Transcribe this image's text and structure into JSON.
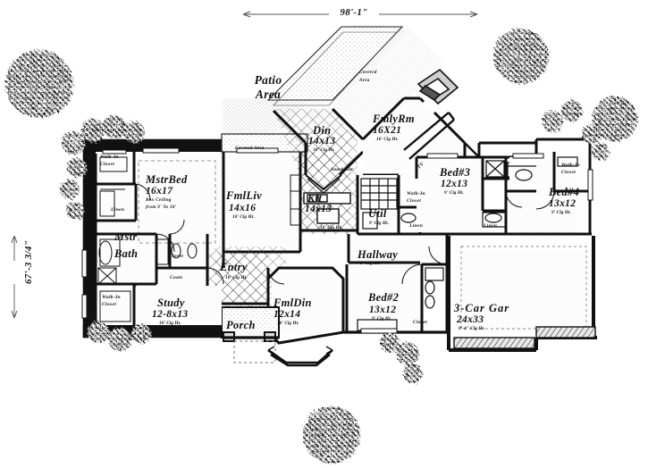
{
  "drawing": {
    "type": "architectural-floor-plan",
    "title": "Single story house floor plan",
    "overall_width": "98'-1\"",
    "overall_depth": "67'-3 3/4\"",
    "ink_color": "#111111",
    "paper_color": "#ffffff"
  },
  "dimensions": {
    "top": {
      "label": "98'-1\"",
      "orientation": "horizontal"
    },
    "left": {
      "label": "67'-3 3/4\"",
      "orientation": "vertical"
    }
  },
  "rooms": [
    {
      "name": "MstrBed",
      "dim": "16x17",
      "note1": "Box Ceiling",
      "note2": "from 9' To 10'"
    },
    {
      "name": "Mstr",
      "name2": "Bath",
      "dim": "",
      "note1": ""
    },
    {
      "name": "FmlLiv",
      "dim": "14x16",
      "clg": "10' Clg Ht."
    },
    {
      "name": "Study",
      "dim": "12-8x13",
      "clg": "10' Clg Ht."
    },
    {
      "name": "Entry",
      "dim": "",
      "clg": "10' Clg Ht."
    },
    {
      "name": "FmlDin",
      "dim": "12x14",
      "clg": "10' Clg Ht."
    },
    {
      "name": "Porch",
      "dim": "",
      "clg": ""
    },
    {
      "name": "Din",
      "dim": "14x13",
      "clg": "10' Clg Ht."
    },
    {
      "name": "Kit",
      "dim": "14x13",
      "clg": "10' Clg Ht."
    },
    {
      "name": "FmlyRm",
      "dim": "16X21",
      "clg": "10' Clg Ht."
    },
    {
      "name": "Util",
      "dim": "",
      "clg": "9' Clg Ht."
    },
    {
      "name": "Hallway",
      "dim": "",
      "clg": "9' Clg Ht."
    },
    {
      "name": "Bed#2",
      "dim": "13x12",
      "clg": "9' Clg Ht."
    },
    {
      "name": "Bed#3",
      "dim": "12x13",
      "clg": "9' Clg Ht."
    },
    {
      "name": "Bed#4",
      "dim": "13x12",
      "clg": "9' Clg Ht."
    },
    {
      "name": "3-Car Gar",
      "dim": "24x33",
      "clg": "8'-4\" Clg Ht."
    }
  ],
  "labels": {
    "patio_line1": "Patio",
    "patio_line2": "Area",
    "covered_area_left": "Covered Area",
    "covered_area_diag": "Covered",
    "covered_area_diag2": "Area",
    "snack_bar": "Snack Bar",
    "mstrbed": "MstrBed",
    "mstrbed_dim": "16x17",
    "mstrbed_note1": "Box Ceiling",
    "mstrbed_note2": "from 9' To 10'",
    "mstr": "Mstr",
    "bath": "Bath",
    "fmlliv": "FmlLiv",
    "fmlliv_dim": "14x16",
    "fmlliv_clg": "10' Clg Ht.",
    "study": "Study",
    "study_dim": "12-8x13",
    "study_clg": "10' Clg Ht.",
    "entry": "Entry",
    "entry_clg": "10' Clg Ht.",
    "fmldin": "FmlDin",
    "fmldin_dim": "12x14",
    "fmldin_clg": "10' Clg Ht.",
    "porch": "Porch",
    "din": "Din",
    "din_dim": "14x13",
    "din_clg": "10' Clg Ht.",
    "kit": "Kit",
    "kit_dim": "14x13",
    "kit_clg": "10' Clg Ht.",
    "fmlyrm": "FmlyRm",
    "fmlyrm_dim": "16X21",
    "fmlyrm_clg": "10' Clg Ht.",
    "util": "Util",
    "util_clg": "9' Clg Ht.",
    "hallway": "Hallway",
    "hallway_clg": "9' Clg Ht.",
    "bed2": "Bed#2",
    "bed2_dim": "13x12",
    "bed2_clg": "9' Clg Ht.",
    "bed3": "Bed#3",
    "bed3_dim": "12x13",
    "bed3_clg": "9' Clg Ht.",
    "bed4": "Bed#4",
    "bed4_dim": "13x12",
    "bed4_clg": "9' Clg Ht.",
    "garage": "3-Car Gar",
    "garage_dim": "24x33",
    "garage_clg": "8'-4\" Clg Ht.",
    "walkin1_a": "Walk-In",
    "walkin1_b": "Closet",
    "walkin2_a": "Walk-In",
    "walkin2_b": "Closet",
    "walkin3_a": "Walk-In",
    "walkin3_b": "Closet",
    "walkin4_a": "Walk-In",
    "walkin4_b": "Closet",
    "linen1": "Linen",
    "linen2": "Linen",
    "linen3": "Linen",
    "closet_mstr": "Closet",
    "coats": "Coats",
    "closet_bed2": "Closet",
    "tv": "TV"
  }
}
